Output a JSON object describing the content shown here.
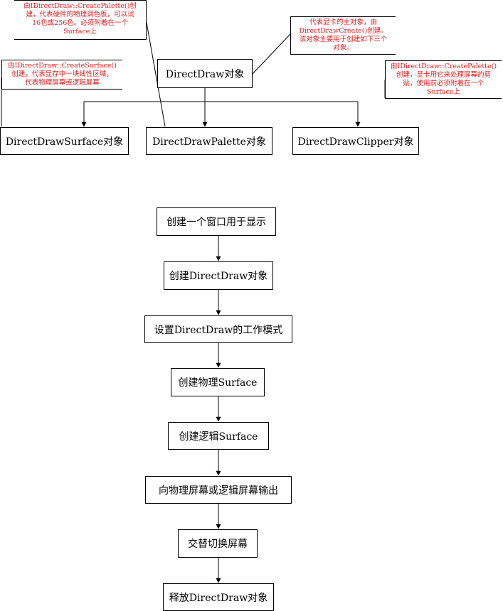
{
  "hierarchy": {
    "root": "DirectDraw对象",
    "children": [
      "DirectDrawSurface对象",
      "DirectDrawPalette对象",
      "DirectDrawClipper对象"
    ]
  },
  "notes": {
    "palette": [
      "由IDirectDraw::CreatePalette()创",
      "建，代表硬件的物理调色板，可以试",
      "16色或256色。必须附着在一个",
      "Surface上"
    ],
    "directdraw": [
      "代表显卡的主对象，由",
      "DirectDrawCreate()创建。",
      "该对象主要用于创建如下三个",
      "对象。"
    ],
    "surface": [
      "由IDirectDraw::CreateSurface()",
      "创建，代表显存中一块线性区域，",
      "代表物理屏幕或逻辑屏幕"
    ],
    "clipper": [
      "由IDirectDraw::CreatePalette()",
      "创建，显卡用它来处理屏幕的剪",
      "贴，使用前必须附着在一个",
      "Surface上"
    ]
  },
  "flow": [
    "创建一个窗口用于显示",
    "创建DirectDraw对象",
    "设置DirectDraw的工作模式",
    "创建物理Surface",
    "创建逻辑Surface",
    "向物理屏幕或逻辑屏幕输出",
    "交替切换屏幕",
    "释放DirectDraw对象"
  ],
  "colors": {
    "note_text": "#e02020",
    "line": "#000000"
  }
}
